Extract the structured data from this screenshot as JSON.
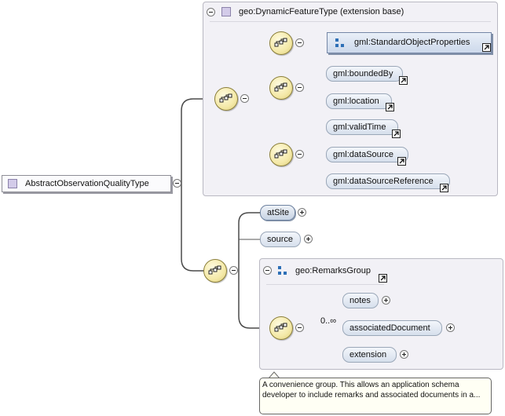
{
  "root": {
    "label": "AbstractObservationQualityType"
  },
  "extension_box": {
    "title": "geo:DynamicFeatureType (extension base)",
    "std_ref": "gml:StandardObjectProperties",
    "items": [
      "gml:boundedBy",
      "gml:location",
      "gml:validTime",
      "gml:dataSource",
      "gml:dataSourceReference"
    ]
  },
  "elements": {
    "at_site": "atSite",
    "source": "source"
  },
  "remarks_group": {
    "title": "geo:RemarksGroup",
    "cardinality": "0..∞",
    "items": [
      "notes",
      "associatedDocument",
      "extension"
    ]
  },
  "tooltip": {
    "text": "A convenience group. This allows an application schema developer to include remarks and associated documents in a..."
  },
  "colors": {
    "group_bg": "#f2f1f6",
    "sequence_fill": "#f4e9a8",
    "element_fill": "#d6dfec",
    "type_square": "#d3cbe9",
    "group_icon": "#2d6fb6"
  },
  "icons": {
    "sequence": "sequence-compositor-icon",
    "collapse": "minus-circle-icon",
    "expand": "plus-circle-icon",
    "reference": "reference-arrow-icon",
    "group": "group-icon",
    "type": "complex-type-icon"
  }
}
